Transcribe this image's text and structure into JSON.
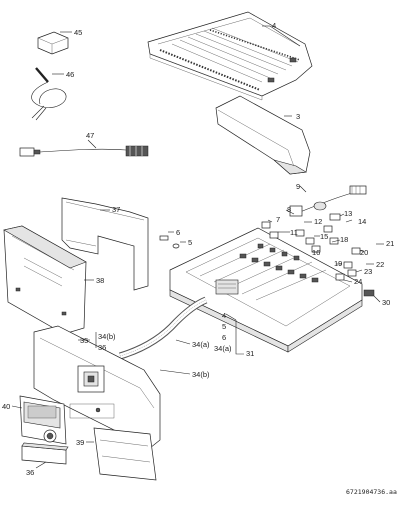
{
  "figure": {
    "code": "6721904736.aa"
  },
  "labels": {
    "n3": "3",
    "n4": "4",
    "n5": "5",
    "n6": "6",
    "n7": "7",
    "n8": "8",
    "n9": "9",
    "n11": "11",
    "n12": "12",
    "n13": "13",
    "n14": "14",
    "n15": "15",
    "n16": "16",
    "n18": "18",
    "n19": "19",
    "n20": "20",
    "n21": "21",
    "n22": "22",
    "n23": "23",
    "n24": "24",
    "n30": "30",
    "n31": "31",
    "n34a": "34(a)",
    "n34b": "34(b)",
    "n35": "35",
    "n35_34b": "34(b)",
    "n35_36": "36",
    "n36": "36",
    "n37": "37",
    "n38": "38",
    "n39": "39",
    "n40": "40",
    "n45": "45",
    "n46": "46",
    "n47": "47",
    "n31_4": "4",
    "n31_5": "5",
    "n31_6": "6",
    "n31_34a": "34(a)"
  }
}
